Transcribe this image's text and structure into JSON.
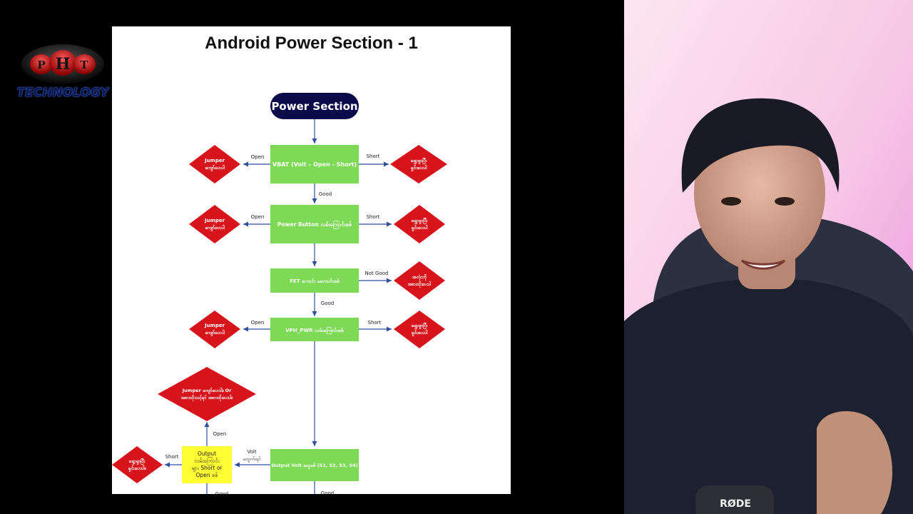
{
  "logo": {
    "badge_letters": [
      "P",
      "H",
      "T"
    ],
    "text": "TECHNOLOGY"
  },
  "document": {
    "title": "Android Power Section - 1"
  },
  "flowchart": {
    "start": "Power Section",
    "steps": {
      "vbat": "VBAT (Volt – Open - Short)",
      "power_button": "Power Button လမ်းကြောင်းစစ်",
      "fet": "FET ကောင်း မကောင်းစစ်",
      "vph": "VPH_PWR လမ်းကြောင်းစစ်",
      "output_volt": "Output Volt ထွေစစ် (S1, S2, S3, S4)",
      "output_path": [
        "Output",
        "လမ်းကြောင်း",
        "များ Short or",
        "Open စစ်"
      ]
    },
    "outcomes": {
      "jumper": [
        "Jumper",
        "ကျော်ပေးပါ"
      ],
      "short_fix": [
        "ရှော့ရှာပြီး",
        "ရှင်းပေးပါ"
      ],
      "replace": [
        "အလုံးကို",
        "အစားထိုးပေးပါ"
      ],
      "jumper_or_replace": [
        "Jumper ကျော်ပေးပါ။ Or",
        "အစားထိုးသင့်ရင် အစားထိုးပေးပါ။"
      ],
      "short_fix_2": [
        "ရှော့ရှာပြီး",
        "ရှင်းပေးပါ။"
      ]
    },
    "labels": {
      "open": "Open",
      "short": "Short",
      "good": "Good",
      "not_good": "Not Good",
      "volt_missing": [
        "Volt",
        "မထွက်ရင်"
      ]
    },
    "colors": {
      "process": "#7ed957",
      "decision": "#d7141c",
      "start": "#0b0b4a",
      "note": "#ffff33",
      "arrow": "#2f4f9f"
    }
  },
  "camera": {
    "mic_brand": "RØDE"
  }
}
